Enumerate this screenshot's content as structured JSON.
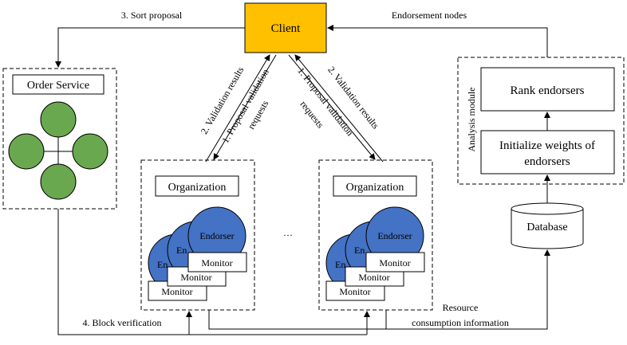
{
  "client": {
    "label": "Client",
    "fill": "#ffc000"
  },
  "order_service": {
    "label": "Order Service"
  },
  "organizations": [
    {
      "label": "Organization",
      "endorser_front": "Endorser",
      "endorser_mid": "En",
      "endorser_back": "En",
      "monitor_front": "Monitor",
      "monitor_mid": "Monitor",
      "monitor_back": "Monitor"
    },
    {
      "label": "Organization",
      "endorser_front": "Endorser",
      "endorser_mid": "En",
      "endorser_back": "En",
      "monitor_front": "Monitor",
      "monitor_mid": "Monitor",
      "monitor_back": "Monitor"
    }
  ],
  "ellipsis": "…",
  "analysis_module": {
    "title": "Analysis module",
    "rank": "Rank endorsers",
    "init_line1": "Initialize weights of",
    "init_line2": "endorsers"
  },
  "database": {
    "label": "Database"
  },
  "edges": {
    "sort_proposal": "3. Sort proposal",
    "endorsement_nodes": "Endorsement nodes",
    "validation_results_left": "2. Validation results",
    "proposal_requests_left_1": "1. Proposal validation",
    "proposal_requests_left_2": "requests",
    "proposal_requests_right_1": "1. Proposal validation",
    "proposal_requests_right_2": "requests",
    "validation_results_right": "2. Validation results",
    "block_verification": "4. Block verification",
    "resource_1": "Resource",
    "resource_2": "consumption information"
  },
  "colors": {
    "green": "#6aa84f",
    "blue": "#4472c4",
    "client": "#ffc000"
  }
}
